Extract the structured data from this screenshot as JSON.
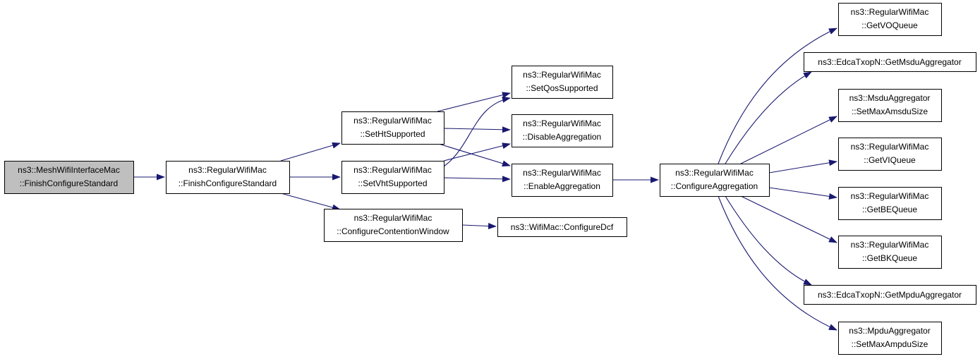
{
  "nodes": [
    {
      "id": "n0",
      "lines": [
        "ns3::MeshWifiInterfaceMac",
        "::FinishConfigureStandard"
      ],
      "highlighted": true
    },
    {
      "id": "n1",
      "lines": [
        "ns3::RegularWifiMac",
        "::FinishConfigureStandard"
      ]
    },
    {
      "id": "n2",
      "lines": [
        "ns3::RegularWifiMac",
        "::SetHtSupported"
      ]
    },
    {
      "id": "n3",
      "lines": [
        "ns3::RegularWifiMac",
        "::SetVhtSupported"
      ]
    },
    {
      "id": "n4",
      "lines": [
        "ns3::RegularWifiMac",
        "::ConfigureContentionWindow"
      ]
    },
    {
      "id": "n5",
      "lines": [
        "ns3::RegularWifiMac",
        "::SetQosSupported"
      ]
    },
    {
      "id": "n6",
      "lines": [
        "ns3::RegularWifiMac",
        "::DisableAggregation"
      ]
    },
    {
      "id": "n7",
      "lines": [
        "ns3::RegularWifiMac",
        "::EnableAggregation"
      ]
    },
    {
      "id": "n8",
      "lines": [
        "ns3::WifiMac::ConfigureDcf"
      ]
    },
    {
      "id": "n9",
      "lines": [
        "ns3::RegularWifiMac",
        "::ConfigureAggregation"
      ]
    },
    {
      "id": "n10",
      "lines": [
        "ns3::RegularWifiMac",
        "::GetVOQueue"
      ]
    },
    {
      "id": "n11",
      "lines": [
        "ns3::EdcaTxopN::GetMsduAggregator"
      ]
    },
    {
      "id": "n12",
      "lines": [
        "ns3::MsduAggregator",
        "::SetMaxAmsduSize"
      ]
    },
    {
      "id": "n13",
      "lines": [
        "ns3::RegularWifiMac",
        "::GetVIQueue"
      ]
    },
    {
      "id": "n14",
      "lines": [
        "ns3::RegularWifiMac",
        "::GetBEQueue"
      ]
    },
    {
      "id": "n15",
      "lines": [
        "ns3::RegularWifiMac",
        "::GetBKQueue"
      ]
    },
    {
      "id": "n16",
      "lines": [
        "ns3::EdcaTxopN::GetMpduAggregator"
      ]
    },
    {
      "id": "n17",
      "lines": [
        "ns3::MpduAggregator",
        "::SetMaxAmpduSize"
      ]
    }
  ],
  "edges": [
    {
      "from": "n0",
      "to": "n1"
    },
    {
      "from": "n1",
      "to": "n2"
    },
    {
      "from": "n1",
      "to": "n3"
    },
    {
      "from": "n1",
      "to": "n4"
    },
    {
      "from": "n2",
      "to": "n5"
    },
    {
      "from": "n2",
      "to": "n6"
    },
    {
      "from": "n2",
      "to": "n7"
    },
    {
      "from": "n3",
      "to": "n5"
    },
    {
      "from": "n3",
      "to": "n6"
    },
    {
      "from": "n3",
      "to": "n7"
    },
    {
      "from": "n4",
      "to": "n8"
    },
    {
      "from": "n7",
      "to": "n9"
    },
    {
      "from": "n9",
      "to": "n10"
    },
    {
      "from": "n9",
      "to": "n11"
    },
    {
      "from": "n9",
      "to": "n12"
    },
    {
      "from": "n9",
      "to": "n13"
    },
    {
      "from": "n9",
      "to": "n14"
    },
    {
      "from": "n9",
      "to": "n15"
    },
    {
      "from": "n9",
      "to": "n16"
    },
    {
      "from": "n9",
      "to": "n17"
    }
  ],
  "colors": {
    "edge": "#191970",
    "node_border": "#000000",
    "node_fill": "#ffffff",
    "highlight_fill": "#bfbfbf"
  }
}
